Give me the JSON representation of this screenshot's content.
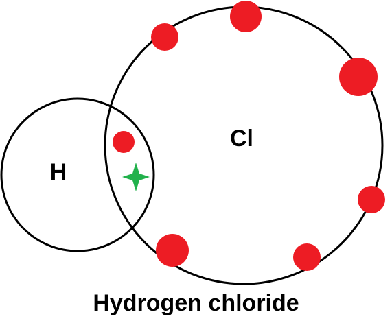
{
  "atoms": {
    "hydrogen": {
      "label": "H"
    },
    "chlorine": {
      "label": "Cl"
    }
  },
  "caption": "Hydrogen chloride",
  "legend_markers": {
    "chlorine_electron": {
      "shape": "dot",
      "color": "#ed1c24"
    },
    "hydrogen_electron": {
      "shape": "star",
      "color": "#22b14c"
    }
  },
  "colors": {
    "outline": "#000000",
    "chlorine_electron": "#ed1c24",
    "hydrogen_electron": "#22b14c",
    "background": "#ffffff"
  }
}
